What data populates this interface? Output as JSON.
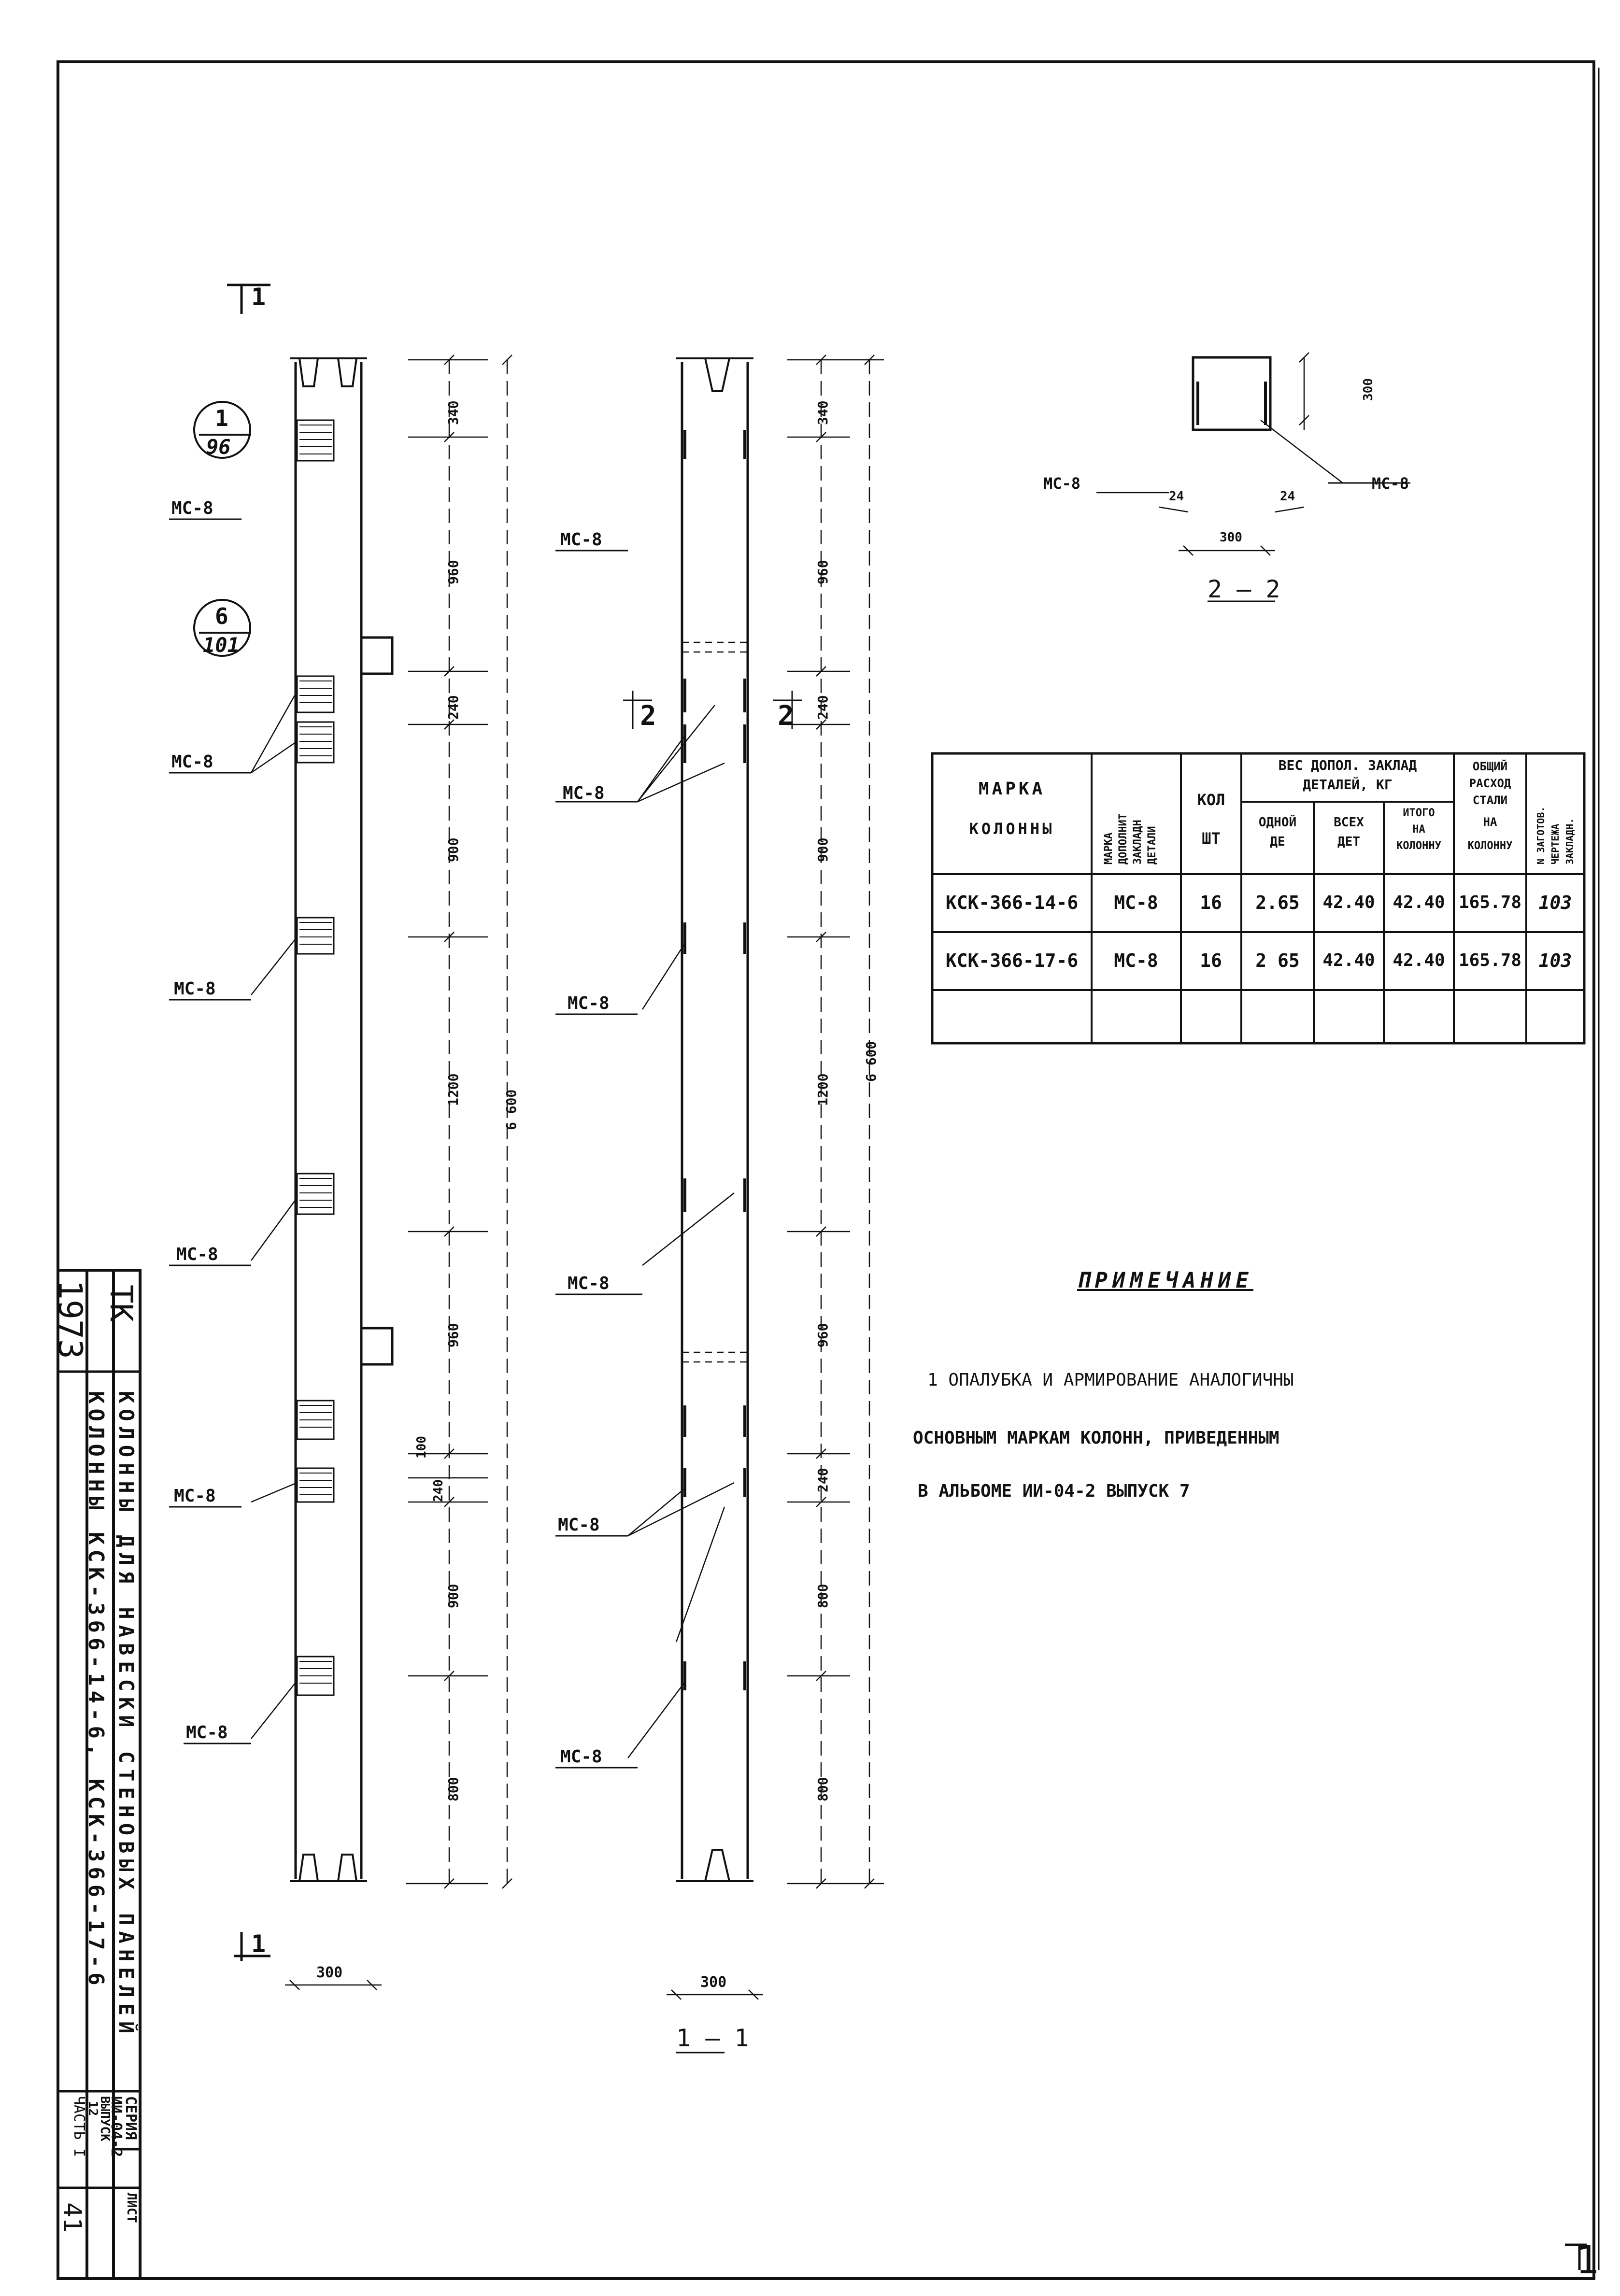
{
  "section_marks": {
    "top_1": "1",
    "bottom_1": "1",
    "section_2_left": "2",
    "section_2_right": "2"
  },
  "callouts": [
    {
      "num": "1",
      "den": "96"
    },
    {
      "num": "6",
      "den": "101"
    }
  ],
  "column_left": {
    "labels": [
      "МС-8",
      "МС-8",
      "МС-8",
      "МС-8",
      "МС-8",
      "МС-8"
    ],
    "dims": [
      "340",
      "960",
      "240",
      "900",
      "1200",
      "960",
      "100",
      "240",
      "900",
      "800"
    ],
    "overall": "6 600",
    "width": "300"
  },
  "column_right": {
    "labels": [
      "МС-8",
      "МС-8",
      "МС-8",
      "МС-8",
      "МС-8",
      "МС-8"
    ],
    "dims": [
      "340",
      "960",
      "240",
      "900",
      "1200",
      "960",
      "240",
      "800",
      "800"
    ],
    "overall": "6 600",
    "width": "300",
    "section_title": "1 — 1"
  },
  "section_2": {
    "label_left": "МС-8",
    "label_right": "МС-8",
    "height": "300",
    "width": "300",
    "edge_left": "24",
    "edge_right": "24",
    "title": "2 — 2"
  },
  "table": {
    "headers": {
      "col1": [
        "МАРКА",
        "КОЛОННЫ"
      ],
      "col2": [
        "МАРКА",
        "ДОПОЛНИТ",
        "ЗАКЛАДН",
        "ДЕТАЛИ"
      ],
      "col3": [
        "КОЛ",
        "ШТ"
      ],
      "group": [
        "ВЕС ДОПОЛ. ЗАКЛАД",
        "ДЕТАЛЕЙ, КГ"
      ],
      "sub1": [
        "ОДНОЙ",
        "ДЕ"
      ],
      "sub2": [
        "ВСЕХ",
        "ДЕТ"
      ],
      "sub3": [
        "ИТОГО",
        "НА",
        "КОЛОННУ"
      ],
      "col7": [
        "ОБЩИЙ",
        "РАСХОД",
        "СТАЛИ",
        "НА",
        "КОЛОННУ"
      ],
      "col8": [
        "N ЗАГОТОВ.",
        "ЧЕРТЕЖА",
        "ЗАКЛАДН."
      ]
    },
    "rows": [
      [
        "КСК-366-14-6",
        "МС-8",
        "16",
        "2.65",
        "42.40",
        "42.40",
        "165.78",
        "103"
      ],
      [
        "КСК-366-17-6",
        "МС-8",
        "16",
        "2 65",
        "42.40",
        "42.40",
        "165.78",
        "103"
      ],
      [
        "",
        "",
        "",
        "",
        "",
        "",
        "",
        ""
      ]
    ]
  },
  "note": {
    "title": "ПРИМЕЧАНИЕ",
    "lines": [
      "1 ОПАЛУБКА И АРМИРОВАНИЕ АНАЛОГИЧНЫ",
      "ОСНОВНЫМ МАРКАМ КОЛОНН, ПРИВЕДЕННЫМ",
      "В АЛЬБОМЕ ИИ-04-2 ВЫПУСК 7"
    ]
  },
  "title_block": {
    "year": "1973",
    "tk": "ТК",
    "line1": "КОЛОННЫ ДЛЯ НАВЕСКИ СТЕНОВЫХ ПАНЕЛЕЙ",
    "line2": "КОЛОННЫ КСК-366-14-6, КСК-366-17-6",
    "series_label": "СЕРИЯ",
    "series": "ИИ-04-2",
    "issue_label": "ВЫПУСК",
    "issue": "12",
    "part": "ЧАСТЬ I",
    "sheet_label": "ЛИСТ",
    "sheet": "41"
  },
  "corner_mark": "1"
}
